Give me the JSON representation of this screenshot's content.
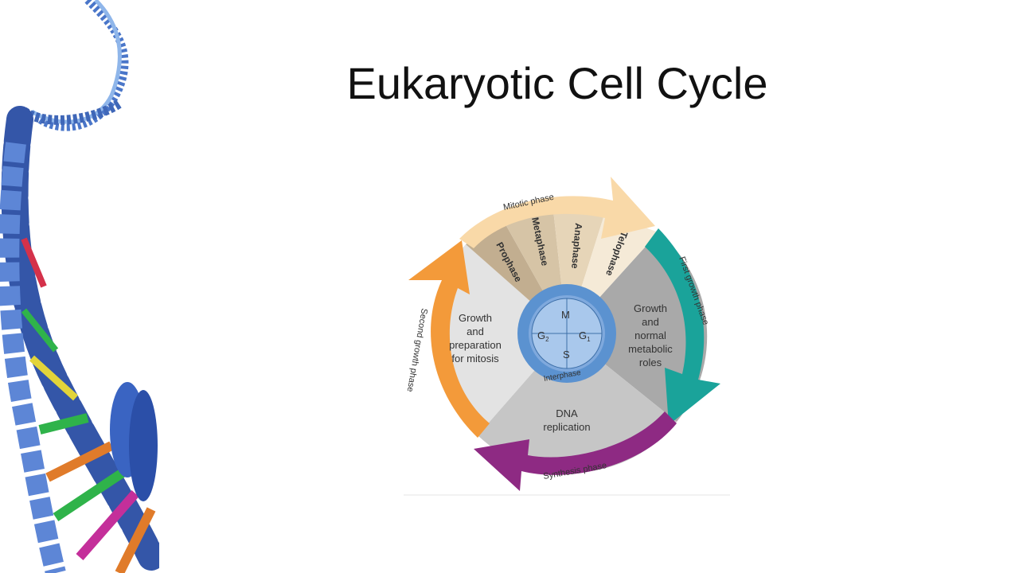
{
  "slide": {
    "title": "Eukaryotic Cell Cycle"
  },
  "diagram": {
    "phases": {
      "mitotic": "Mitotic phase",
      "first_growth": "First growth phase",
      "synthesis": "Synthesis phase",
      "second_growth": "Second growth phase"
    },
    "mitosis_stages": [
      "Prophase",
      "Metaphase",
      "Anaphase",
      "Telophase"
    ],
    "region_g1": [
      "Growth",
      "and",
      "normal",
      "metabolic",
      "roles"
    ],
    "region_s": [
      "DNA",
      "replication"
    ],
    "region_g2": [
      "Growth",
      "and",
      "preparation",
      "for mitosis"
    ],
    "center": {
      "m": "M",
      "g1": "G",
      "g1_sub": "1",
      "s": "S",
      "g2": "G",
      "g2_sub": "2",
      "interphase": "Interphase"
    },
    "colors": {
      "mitotic": "#f9d9a8",
      "g1": "#1aa39a",
      "synthesis": "#8e2a83",
      "g2": "#f39a3a",
      "center": "#5b92d0",
      "center_light": "#a9c8ec"
    }
  }
}
